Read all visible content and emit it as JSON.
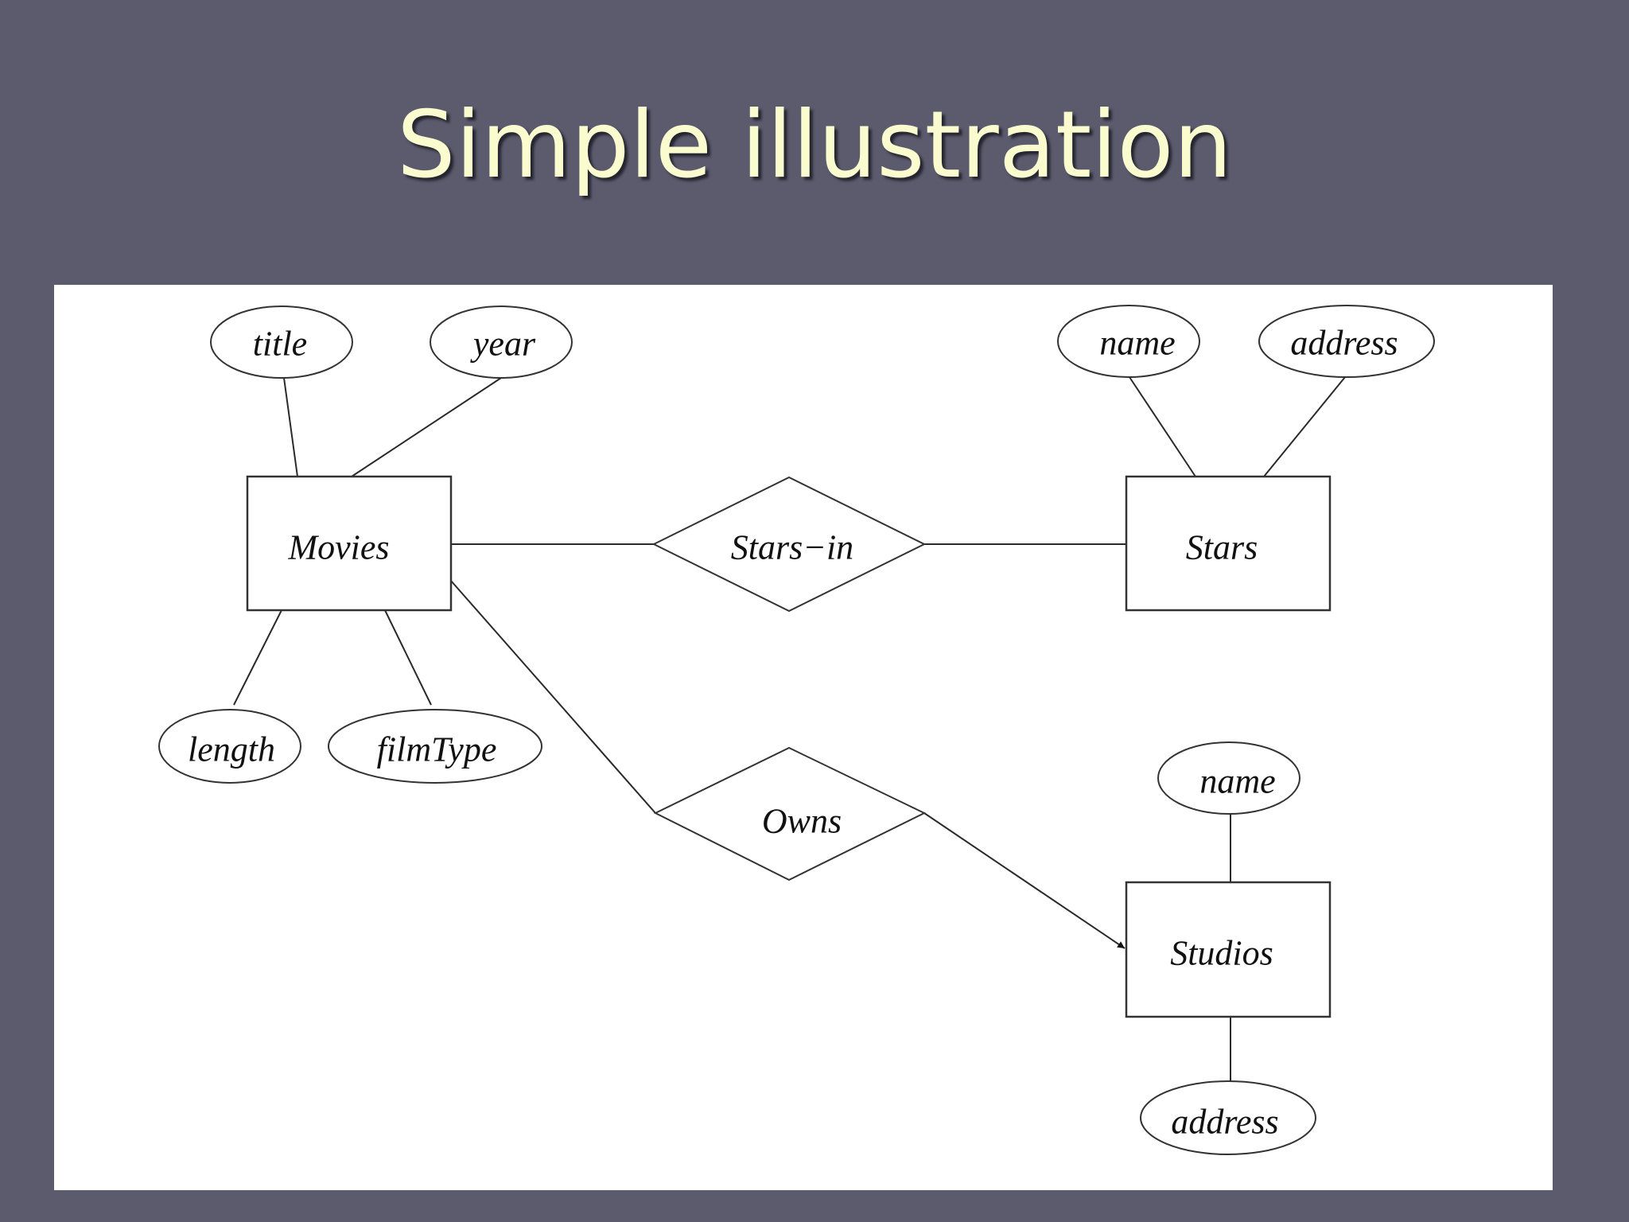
{
  "slide": {
    "title": "Simple illustration"
  },
  "diagram": {
    "entities": {
      "movies": "Movies",
      "stars": "Stars",
      "studios": "Studios"
    },
    "relationships": {
      "stars_in": "Stars−in",
      "owns": "Owns"
    },
    "attributes": {
      "movies_title": "title",
      "movies_year": "year",
      "movies_length": "length",
      "movies_film_type": "filmType",
      "stars_name": "name",
      "stars_address": "address",
      "studios_name": "name",
      "studios_address": "address"
    }
  }
}
